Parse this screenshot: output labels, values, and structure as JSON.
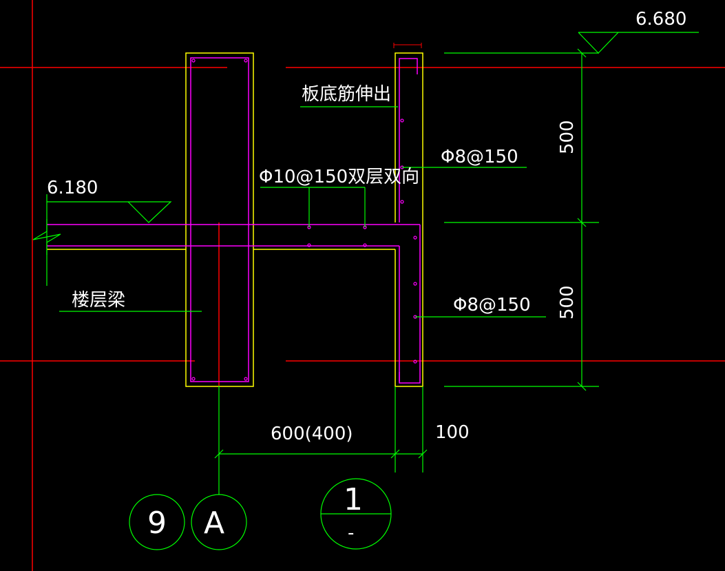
{
  "drawing": {
    "elevation_top": "6.680",
    "elevation_slab": "6.180",
    "label_slab_bottom_bar": "板底筋伸出",
    "label_slab_bar": "Φ10@150双层双向",
    "label_parapet_bar_upper": "Φ8@150",
    "label_parapet_bar_lower": "Φ8@150",
    "label_floor_beam": "楼层梁",
    "dim_upper_height": "500",
    "dim_lower_height": "500",
    "dim_width_main": "600(400)",
    "dim_width_wall": "100",
    "axis_number": "9",
    "axis_letter": "A",
    "section_number": "1",
    "section_sheet": "-"
  },
  "colors": {
    "background": "#000000",
    "axis": "#ff0000",
    "dimension": "#00ff00",
    "concrete": "#ffff00",
    "rebar": "#ff00ff",
    "text": "#ffffff"
  }
}
